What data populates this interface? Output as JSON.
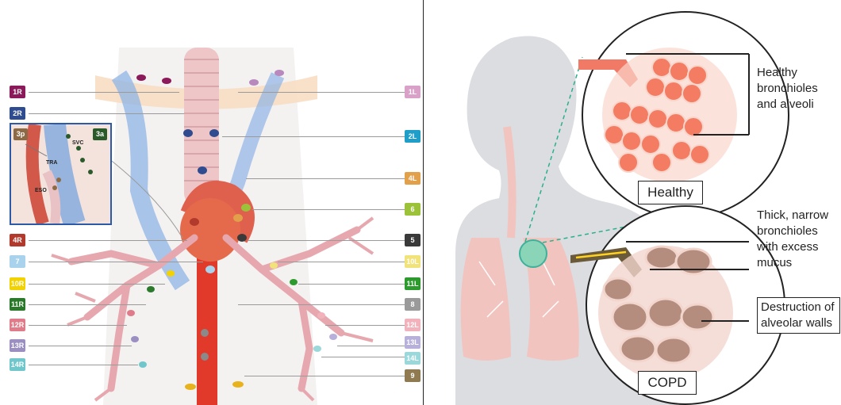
{
  "lymph_node_stations": {
    "right_labels": [
      {
        "label": "1R",
        "color": "#8b1a5a"
      },
      {
        "label": "2R",
        "color": "#2e4c8f"
      },
      {
        "label": "4R",
        "color": "#b13a2c"
      },
      {
        "label": "7",
        "color": "#a9d3ec"
      },
      {
        "label": "10R",
        "color": "#f2d200"
      },
      {
        "label": "11R",
        "color": "#2b7a2b"
      },
      {
        "label": "12R",
        "color": "#e07c8a"
      },
      {
        "label": "13R",
        "color": "#9b8fc2"
      },
      {
        "label": "14R",
        "color": "#6fc7cc"
      }
    ],
    "left_labels": [
      {
        "label": "1L",
        "color": "#d9a0c8"
      },
      {
        "label": "2L",
        "color": "#1e9ec8"
      },
      {
        "label": "4L",
        "color": "#e3a04a"
      },
      {
        "label": "6",
        "color": "#9cc23a"
      },
      {
        "label": "5",
        "color": "#3a3a3a"
      },
      {
        "label": "10L",
        "color": "#f1e27a"
      },
      {
        "label": "11L",
        "color": "#2d9a2d"
      },
      {
        "label": "8",
        "color": "#9a9a9a"
      },
      {
        "label": "12L",
        "color": "#f2b2bc"
      },
      {
        "label": "13L",
        "color": "#b7b0db"
      },
      {
        "label": "14L",
        "color": "#9ad8dc"
      },
      {
        "label": "9",
        "color": "#8f7a52"
      }
    ],
    "inset": {
      "labels": [
        {
          "label": "3p",
          "color": "#8c6a46"
        },
        {
          "label": "3a",
          "color": "#2a5a2a"
        }
      ],
      "structures": [
        "SVC",
        "TRA",
        "ESO"
      ]
    }
  },
  "copd": {
    "healthy_callout": "Healthy bronchioles and alveoli",
    "healthy_label": "Healthy",
    "copd_callout_1": "Thick, narrow bronchioles with excess mucus",
    "copd_callout_2": "Destruction of alveolar walls",
    "copd_label": "COPD"
  }
}
